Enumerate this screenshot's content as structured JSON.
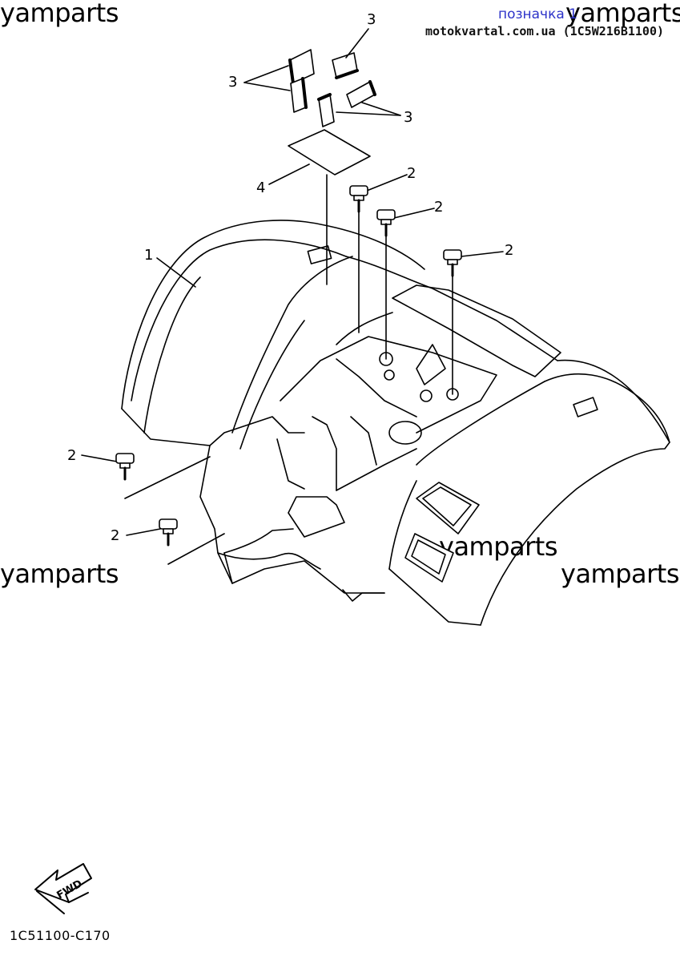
{
  "watermarks": {
    "top_left": "yamparts",
    "top_right": "yamparts",
    "mid_left": "yamparts",
    "mid_center": "yamparts",
    "mid_right": "yamparts"
  },
  "header": {
    "link_label": "позначка 1",
    "site_label": "motokvartal.com.ua (1C5W216B1100)"
  },
  "callouts": {
    "part1": "1",
    "part2": "2",
    "part3": "3",
    "part4": "4"
  },
  "fwd_label": "FWD",
  "diagram_code": "1C51100-C170",
  "colors": {
    "link": "#2d33c9",
    "ink": "#000000"
  },
  "icons": [
    "fwd-arrow-icon",
    "bolt-icon",
    "fender-illustration"
  ]
}
